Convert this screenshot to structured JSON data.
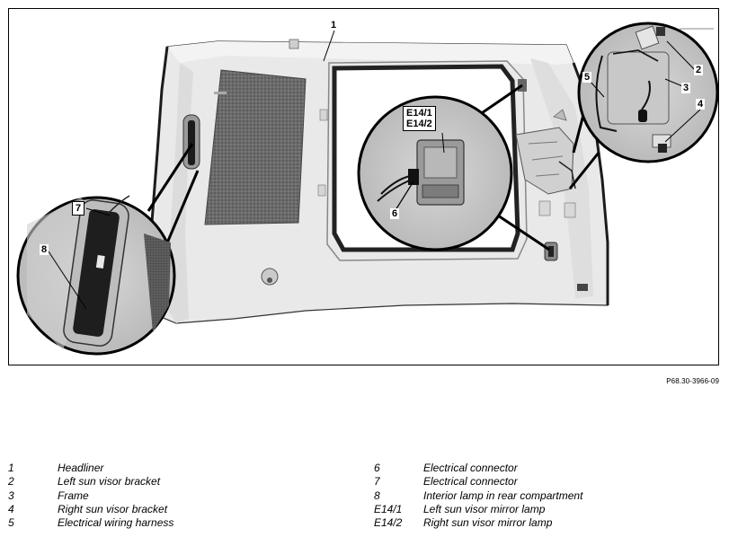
{
  "figure": {
    "reference": "P68.30-3966-09",
    "callouts": {
      "c1": "1",
      "c2": "2",
      "c3": "3",
      "c4": "4",
      "c5": "5",
      "c6": "6",
      "c7": "7",
      "c8": "8",
      "ce141": "E14/1",
      "ce142": "E14/2"
    }
  },
  "legend": {
    "left": [
      {
        "num": "1",
        "text": "Headliner"
      },
      {
        "num": "2",
        "text": "Left sun visor bracket"
      },
      {
        "num": "3",
        "text": "Frame"
      },
      {
        "num": "4",
        "text": "Right sun visor bracket"
      },
      {
        "num": "5",
        "text": "Electrical wiring harness"
      }
    ],
    "right": [
      {
        "num": "6",
        "text": "Electrical connector"
      },
      {
        "num": "7",
        "text": "Electrical connector"
      },
      {
        "num": "8",
        "text": "Interior lamp in rear compartment"
      },
      {
        "num": "E14/1",
        "text": "Left sun visor mirror lamp"
      },
      {
        "num": "E14/2",
        "text": "Right sun visor mirror lamp"
      }
    ]
  }
}
